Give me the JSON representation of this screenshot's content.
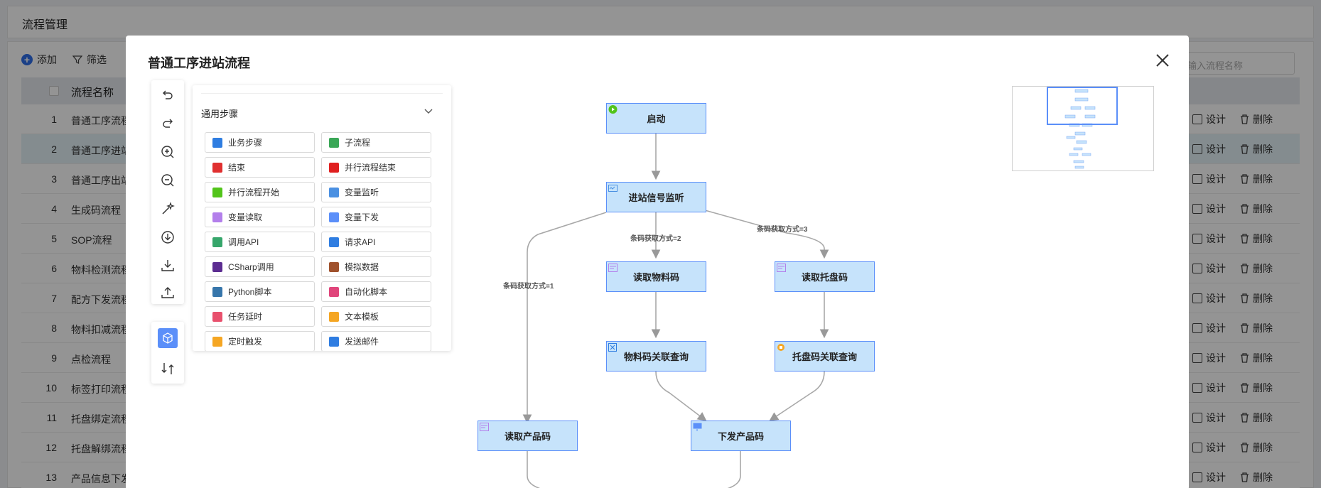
{
  "page": {
    "title": "流程管理",
    "toolbar": {
      "add_label": "添加",
      "filter_label": "筛选"
    },
    "search_placeholder": "输入流程名称",
    "table": {
      "col_name": "流程名称",
      "rows": [
        {
          "idx": "1",
          "name": "普通工序流程"
        },
        {
          "idx": "2",
          "name": "普通工序进站"
        },
        {
          "idx": "3",
          "name": "普通工序出站"
        },
        {
          "idx": "4",
          "name": "生成码流程"
        },
        {
          "idx": "5",
          "name": "SOP流程"
        },
        {
          "idx": "6",
          "name": "物料检测流程"
        },
        {
          "idx": "7",
          "name": "配方下发流程"
        },
        {
          "idx": "8",
          "name": "物料扣减流程"
        },
        {
          "idx": "9",
          "name": "点检流程"
        },
        {
          "idx": "10",
          "name": "标签打印流程"
        },
        {
          "idx": "11",
          "name": "托盘绑定流程"
        },
        {
          "idx": "12",
          "name": "托盘解绑流程"
        },
        {
          "idx": "13",
          "name": "产品信息下发"
        }
      ],
      "design_label": "设计",
      "delete_label": "删除"
    }
  },
  "modal": {
    "title": "普通工序进站流程",
    "steps_panel": {
      "section_title": "通用步骤",
      "items": [
        {
          "label": "业务步骤",
          "color": "#2f7de1"
        },
        {
          "label": "子流程",
          "color": "#3aa757"
        },
        {
          "label": "结束",
          "color": "#e03030"
        },
        {
          "label": "并行流程结束",
          "color": "#e02020"
        },
        {
          "label": "并行流程开始",
          "color": "#52c41a"
        },
        {
          "label": "变量监听",
          "color": "#4a90e2"
        },
        {
          "label": "变量读取",
          "color": "#b37feb"
        },
        {
          "label": "变量下发",
          "color": "#5b8ff9"
        },
        {
          "label": "调用API",
          "color": "#36a66b"
        },
        {
          "label": "请求API",
          "color": "#2f7de1"
        },
        {
          "label": "CSharp调用",
          "color": "#5c2d91"
        },
        {
          "label": "模拟数据",
          "color": "#a0522d"
        },
        {
          "label": "Python脚本",
          "color": "#3776ab"
        },
        {
          "label": "自动化脚本",
          "color": "#e0457b"
        },
        {
          "label": "任务延时",
          "color": "#e8506d"
        },
        {
          "label": "文本模板",
          "color": "#f5a623"
        },
        {
          "label": "定时触发",
          "color": "#f5a623"
        },
        {
          "label": "发送邮件",
          "color": "#2f7de1"
        }
      ]
    },
    "flow": {
      "nodes": {
        "start": "启动",
        "listen": "进站信号监听",
        "read_material": "读取物料码",
        "read_tray": "读取托盘码",
        "material_query": "物料码关联查询",
        "tray_query": "托盘码关联查询",
        "read_product": "读取产品码",
        "send_product": "下发产品码"
      },
      "edges": {
        "cond1": "条码获取方式=1",
        "cond2": "条码获取方式=2",
        "cond3": "条码获取方式=3"
      }
    }
  },
  "colors": {
    "node_fill": "#c6e3fb",
    "node_border": "#5b8ff9",
    "accent": "#5b8ff9"
  }
}
